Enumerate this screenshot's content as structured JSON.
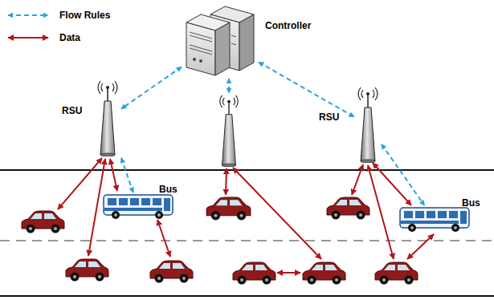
{
  "diagram": {
    "nodes": [
      {
        "text": [
          "Controller"
        ]
      },
      {
        "text": [
          "RSU"
        ]
      },
      {
        "text": [
          "RSU"
        ]
      },
      {
        "text": [
          "Bus"
        ]
      },
      {
        "text": [
          "Bus"
        ]
      }
    ],
    "edges": [
      {
        "from": 0,
        "to": 1,
        "arrow": "both"
      },
      {
        "from": 0,
        "to": 2,
        "arrow": "both"
      },
      {
        "from": 1,
        "to": 3,
        "arrow": "both"
      },
      {
        "from": 2,
        "to": 4,
        "arrow": "both"
      }
    ],
    "legend": [
      {
        "text": "Flow Rules"
      },
      {
        "text": "Data"
      }
    ]
  }
}
